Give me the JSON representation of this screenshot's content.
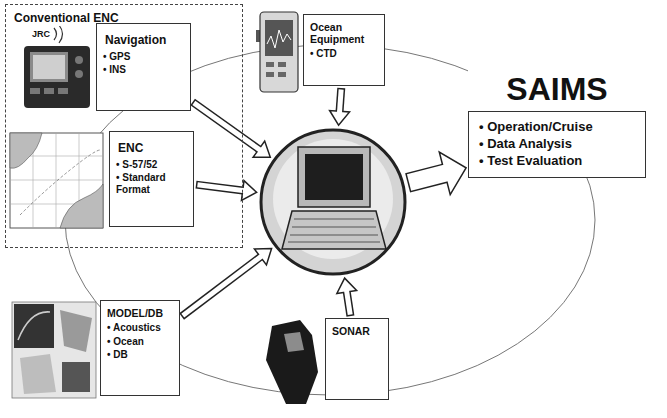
{
  "diagram": {
    "nodes": [
      {
        "text": [
          "Conventional ENC"
        ]
      },
      {
        "text": [
          "Navigation",
          "• GPS",
          "• INS"
        ],
        "in": 0
      },
      {
        "text": [
          "Ocean Equipment",
          "• CTD"
        ]
      },
      {
        "text": [
          "ENC",
          "• S-57/52",
          "• Standard Format"
        ],
        "in": 0
      },
      {
        "text": []
      },
      {
        "text": [
          "SAIMS",
          "• Operation/Cruise",
          "• Data Analysis",
          "• Test Evaluation"
        ]
      },
      {
        "text": [
          "MODEL/DB",
          "• Acoustics",
          "• Ocean",
          "• DB"
        ]
      },
      {
        "text": [
          "SONAR"
        ]
      }
    ],
    "edges": [
      {
        "from": 1,
        "to": 4,
        "arrow": "to"
      },
      {
        "from": 2,
        "to": 4,
        "arrow": "to"
      },
      {
        "from": 3,
        "to": 4,
        "arrow": "to"
      },
      {
        "from": 6,
        "to": 4,
        "arrow": "to"
      },
      {
        "from": 7,
        "to": 4,
        "arrow": "to"
      },
      {
        "from": 4,
        "to": 5,
        "arrow": "to"
      }
    ],
    "labels": [
      "JRC"
    ]
  }
}
